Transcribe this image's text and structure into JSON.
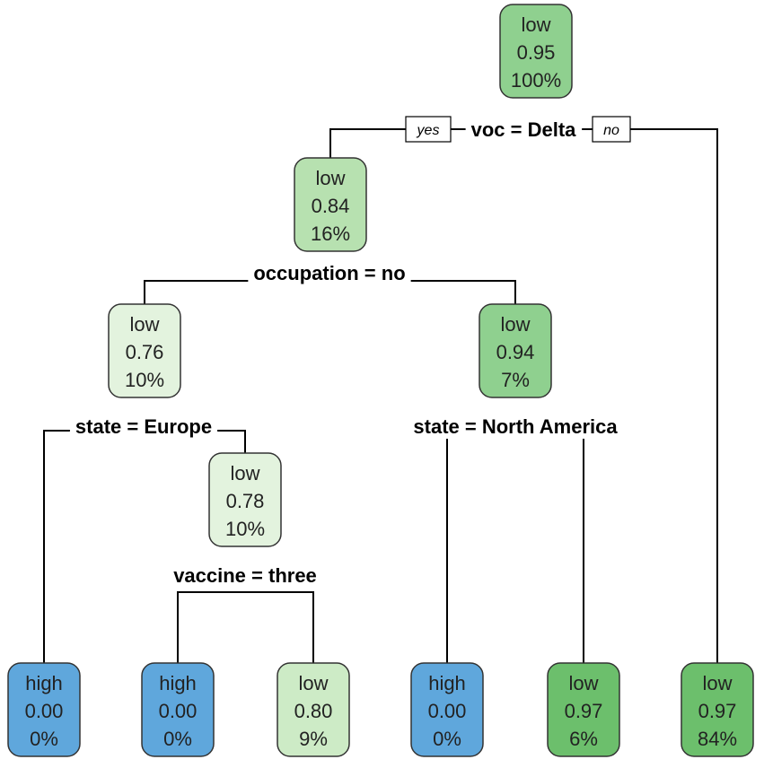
{
  "colors": {
    "low_dark": "#6cbf6c",
    "low_mid": "#8fd08f",
    "low_light1": "#b7e1b0",
    "low_light2": "#cdebc6",
    "low_lightest": "#e3f3de",
    "high": "#5fa7dc",
    "line": "#000000"
  },
  "nodes": [
    {
      "id": "n1",
      "class": "low",
      "prob": "0.95",
      "pct": "100%",
      "fill": "#8fd08f"
    },
    {
      "id": "n2",
      "class": "low",
      "prob": "0.84",
      "pct": "16%",
      "fill": "#b7e1b0"
    },
    {
      "id": "n4",
      "class": "low",
      "prob": "0.76",
      "pct": "10%",
      "fill": "#e3f3de"
    },
    {
      "id": "n5",
      "class": "low",
      "prob": "0.94",
      "pct": "7%",
      "fill": "#8fd08f"
    },
    {
      "id": "n9",
      "class": "low",
      "prob": "0.78",
      "pct": "10%",
      "fill": "#e3f3de"
    },
    {
      "id": "leaf1",
      "class": "high",
      "prob": "0.00",
      "pct": "0%",
      "fill": "#5fa7dc"
    },
    {
      "id": "leaf2",
      "class": "high",
      "prob": "0.00",
      "pct": "0%",
      "fill": "#5fa7dc"
    },
    {
      "id": "leaf3",
      "class": "low",
      "prob": "0.80",
      "pct": "9%",
      "fill": "#cdebc6"
    },
    {
      "id": "leaf4",
      "class": "high",
      "prob": "0.00",
      "pct": "0%",
      "fill": "#5fa7dc"
    },
    {
      "id": "leaf5",
      "class": "low",
      "prob": "0.97",
      "pct": "6%",
      "fill": "#6cbf6c"
    },
    {
      "id": "leaf6",
      "class": "low",
      "prob": "0.97",
      "pct": "84%",
      "fill": "#6cbf6c"
    }
  ],
  "splits": [
    {
      "id": "s1",
      "label": "voc = Delta"
    },
    {
      "id": "s2",
      "label": "occupation = no"
    },
    {
      "id": "s3",
      "label": "state = Europe"
    },
    {
      "id": "s4",
      "label": "state = North America"
    },
    {
      "id": "s5",
      "label": "vaccine = three"
    }
  ],
  "branch_labels": {
    "yes": "yes",
    "no": "no"
  }
}
